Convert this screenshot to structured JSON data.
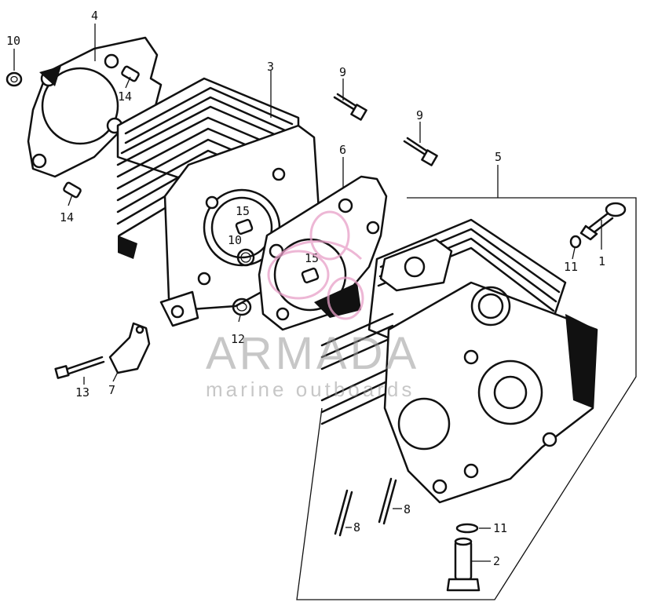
{
  "callouts": [
    {
      "id": "c1",
      "text": "1"
    },
    {
      "id": "c2",
      "text": "2"
    },
    {
      "id": "c3",
      "text": "3"
    },
    {
      "id": "c4",
      "text": "4"
    },
    {
      "id": "c5",
      "text": "5"
    },
    {
      "id": "c6",
      "text": "6"
    },
    {
      "id": "c7",
      "text": "7"
    },
    {
      "id": "c8a",
      "text": "8"
    },
    {
      "id": "c8b",
      "text": "8"
    },
    {
      "id": "c9a",
      "text": "9"
    },
    {
      "id": "c9b",
      "text": "9"
    },
    {
      "id": "c10a",
      "text": "10"
    },
    {
      "id": "c10b",
      "text": "10"
    },
    {
      "id": "c11a",
      "text": "11"
    },
    {
      "id": "c11b",
      "text": "11"
    },
    {
      "id": "c12",
      "text": "12"
    },
    {
      "id": "c13",
      "text": "13"
    },
    {
      "id": "c14a",
      "text": "14"
    },
    {
      "id": "c14b",
      "text": "14"
    },
    {
      "id": "c15a",
      "text": "15"
    },
    {
      "id": "c15b",
      "text": "15"
    }
  ],
  "watermark": {
    "brand": "ARMADA",
    "tagline": "marine outboards",
    "logo_color": "#e8a0c8"
  }
}
